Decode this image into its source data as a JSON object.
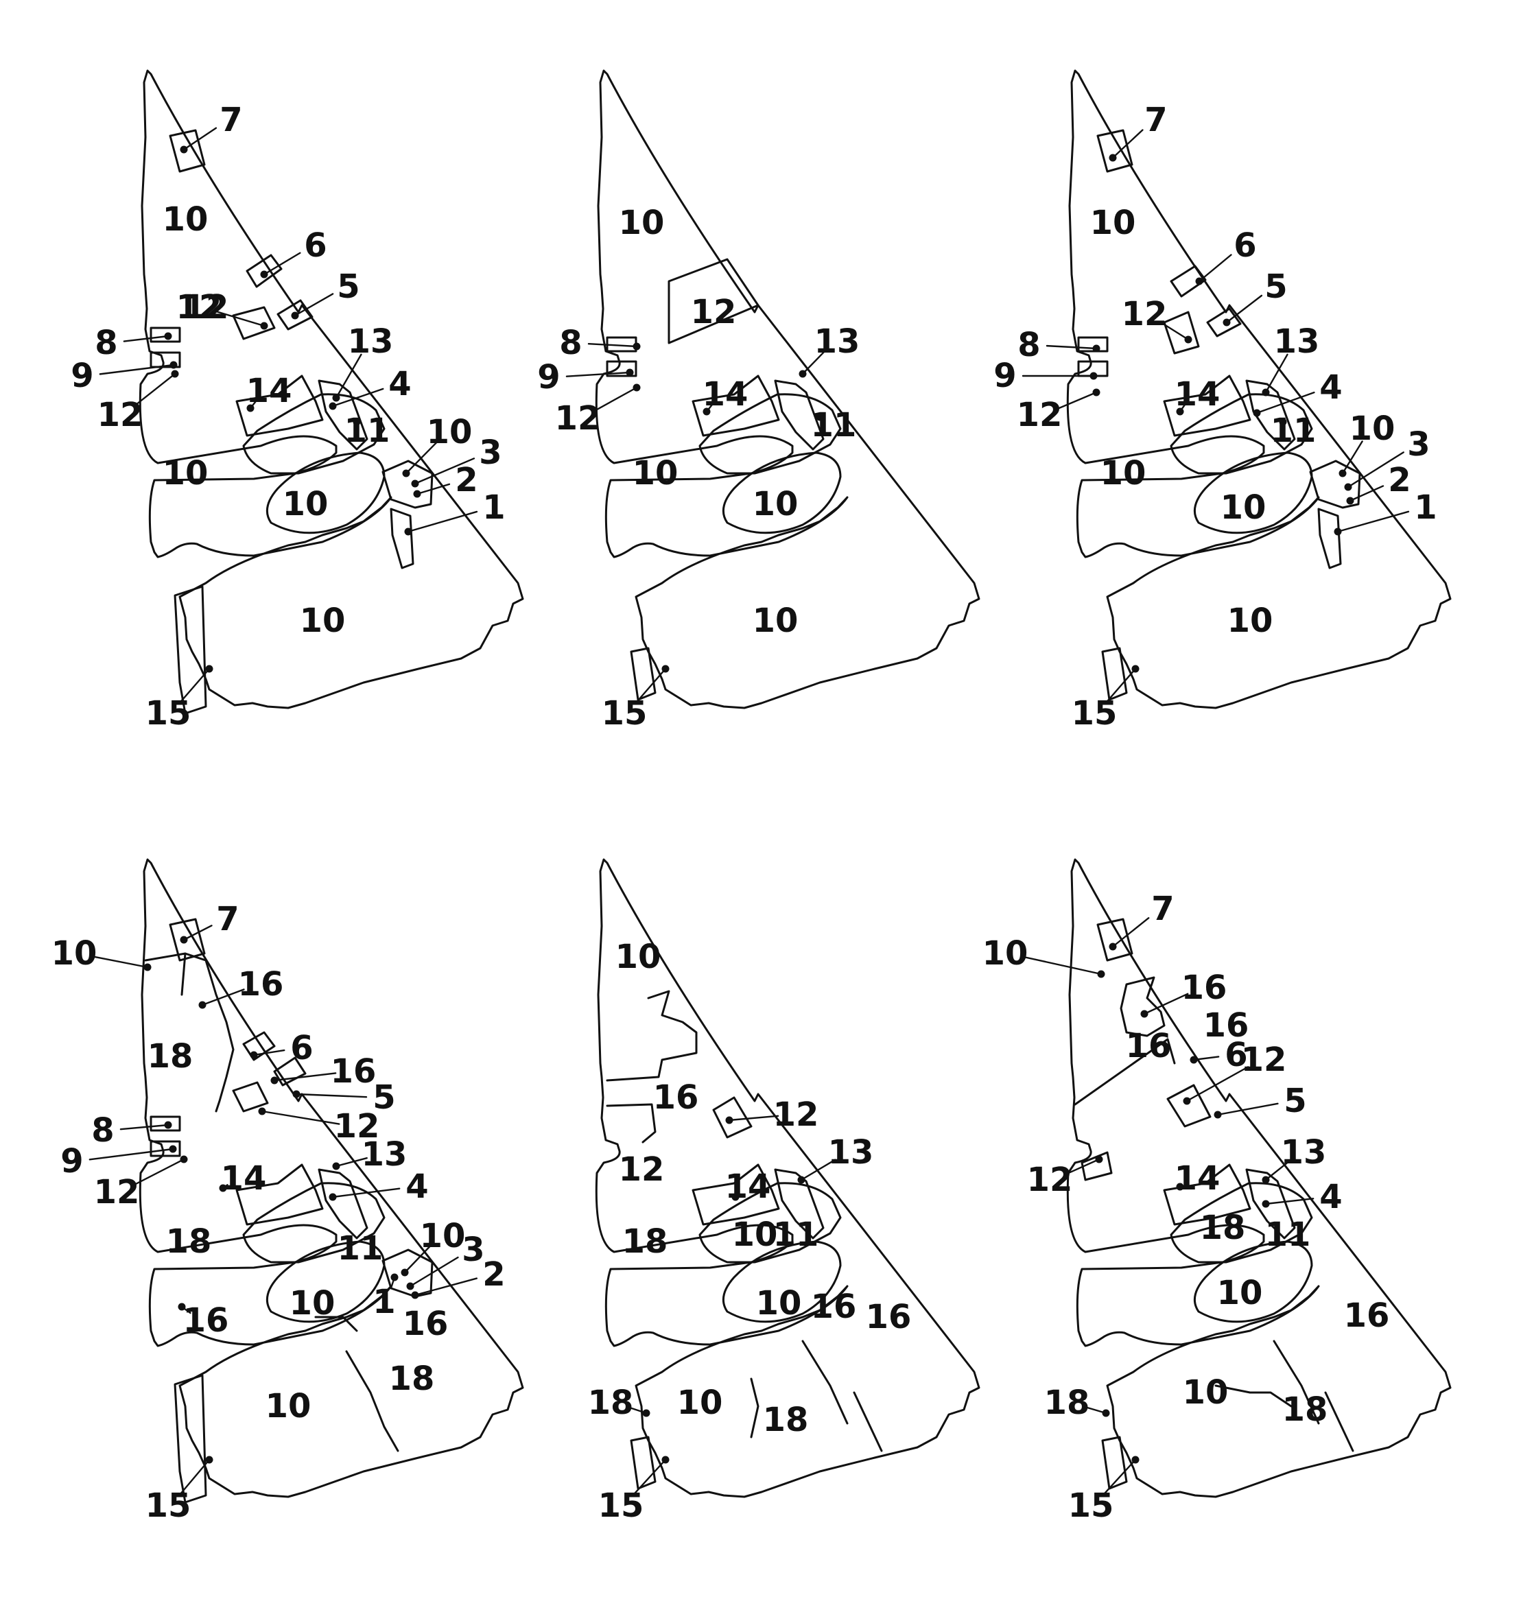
{
  "colors": {
    "ink": "#111111",
    "paper": "#ffffff"
  },
  "plans": [
    {
      "name": "plan-1",
      "areas": [
        {
          "t": "10"
        },
        {
          "t": "10"
        },
        {
          "t": "10"
        },
        {
          "t": "10"
        },
        {
          "t": "12"
        }
      ],
      "callouts": [
        {
          "t": "7"
        },
        {
          "t": "6"
        },
        {
          "t": "5"
        },
        {
          "t": "12"
        },
        {
          "t": "8"
        },
        {
          "t": "9"
        },
        {
          "t": "12"
        },
        {
          "t": "13"
        },
        {
          "t": "14"
        },
        {
          "t": "4"
        },
        {
          "t": "11"
        },
        {
          "t": "10"
        },
        {
          "t": "3"
        },
        {
          "t": "2"
        },
        {
          "t": "1"
        },
        {
          "t": "15"
        }
      ]
    },
    {
      "name": "plan-2",
      "areas": [
        {
          "t": "10"
        },
        {
          "t": "12"
        },
        {
          "t": "10"
        },
        {
          "t": "10"
        },
        {
          "t": "10"
        }
      ],
      "callouts": [
        {
          "t": "8"
        },
        {
          "t": "9"
        },
        {
          "t": "12"
        },
        {
          "t": "13"
        },
        {
          "t": "14"
        },
        {
          "t": "11"
        },
        {
          "t": "15"
        }
      ]
    },
    {
      "name": "plan-3",
      "areas": [
        {
          "t": "10"
        },
        {
          "t": "10"
        },
        {
          "t": "10"
        },
        {
          "t": "10"
        }
      ],
      "callouts": [
        {
          "t": "7"
        },
        {
          "t": "6"
        },
        {
          "t": "12"
        },
        {
          "t": "5"
        },
        {
          "t": "8"
        },
        {
          "t": "9"
        },
        {
          "t": "12"
        },
        {
          "t": "13"
        },
        {
          "t": "14"
        },
        {
          "t": "4"
        },
        {
          "t": "11"
        },
        {
          "t": "10"
        },
        {
          "t": "3"
        },
        {
          "t": "2"
        },
        {
          "t": "1"
        },
        {
          "t": "15"
        }
      ]
    },
    {
      "name": "plan-4",
      "areas": [
        {
          "t": "18"
        },
        {
          "t": "18"
        },
        {
          "t": "10"
        },
        {
          "t": "10"
        },
        {
          "t": "18"
        },
        {
          "t": "16"
        },
        {
          "t": "11"
        }
      ],
      "callouts": [
        {
          "t": "7"
        },
        {
          "t": "10"
        },
        {
          "t": "16"
        },
        {
          "t": "6"
        },
        {
          "t": "16"
        },
        {
          "t": "5"
        },
        {
          "t": "12"
        },
        {
          "t": "8"
        },
        {
          "t": "9"
        },
        {
          "t": "12"
        },
        {
          "t": "13"
        },
        {
          "t": "14"
        },
        {
          "t": "4"
        },
        {
          "t": "10"
        },
        {
          "t": "3"
        },
        {
          "t": "2"
        },
        {
          "t": "1"
        },
        {
          "t": "16"
        },
        {
          "t": "15"
        }
      ]
    },
    {
      "name": "plan-5",
      "areas": [
        {
          "t": "10"
        },
        {
          "t": "16"
        },
        {
          "t": "12"
        },
        {
          "t": "18"
        },
        {
          "t": "10"
        },
        {
          "t": "10"
        },
        {
          "t": "16"
        },
        {
          "t": "10"
        },
        {
          "t": "18"
        },
        {
          "t": "16"
        },
        {
          "t": "11"
        }
      ],
      "callouts": [
        {
          "t": "12"
        },
        {
          "t": "13"
        },
        {
          "t": "14"
        },
        {
          "t": "18"
        },
        {
          "t": "15"
        }
      ]
    },
    {
      "name": "plan-6",
      "areas": [
        {
          "t": "16"
        },
        {
          "t": "18"
        },
        {
          "t": "10"
        },
        {
          "t": "10"
        },
        {
          "t": "18"
        },
        {
          "t": "16"
        },
        {
          "t": "16"
        },
        {
          "t": "11"
        }
      ],
      "callouts": [
        {
          "t": "7"
        },
        {
          "t": "10"
        },
        {
          "t": "16"
        },
        {
          "t": "6"
        },
        {
          "t": "12"
        },
        {
          "t": "5"
        },
        {
          "t": "12"
        },
        {
          "t": "13"
        },
        {
          "t": "14"
        },
        {
          "t": "4"
        },
        {
          "t": "18"
        },
        {
          "t": "15"
        }
      ]
    }
  ]
}
